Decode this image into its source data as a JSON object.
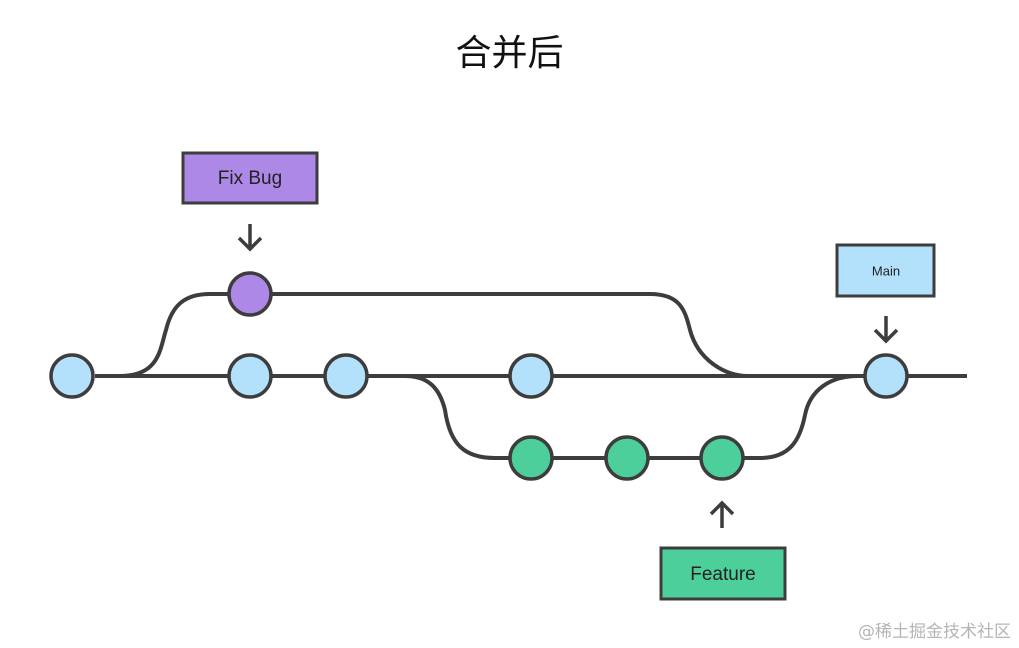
{
  "title": "合并后",
  "colors": {
    "main": "#b3e0fb",
    "bugfix": "#ad88e6",
    "feature": "#4dcf9c",
    "stroke": "#3d3d3d"
  },
  "labels": {
    "fix_bug": "Fix Bug",
    "main": "Main",
    "feature": "Feature"
  },
  "watermark": "@稀土掘金技术社区"
}
